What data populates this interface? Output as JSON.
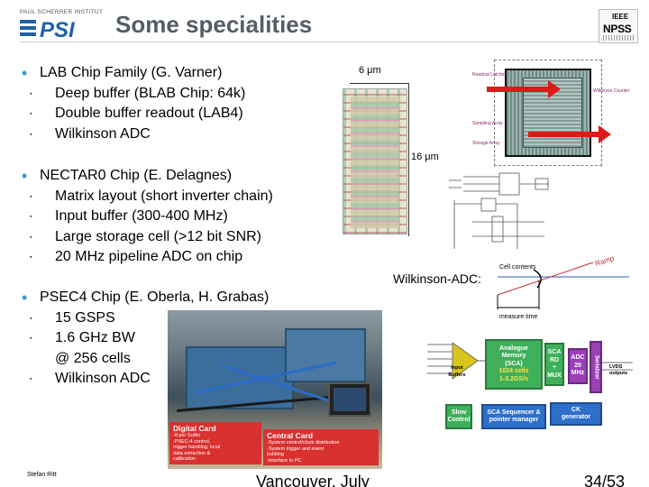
{
  "header": {
    "title": "Some specialities",
    "logo_left_text": "PAUL SCHERRER INSTITUT",
    "logo_left_mark": "PSI",
    "logo_right_line1": "IEEE",
    "logo_right_line2": "NPSS"
  },
  "bullets": [
    {
      "main": "LAB Chip Family (G. Varner)",
      "subs": [
        "Deep buffer (BLAB Chip: 64k)",
        "Double buffer readout (LAB4)",
        "Wilkinson ADC"
      ]
    },
    {
      "main": "NECTAR0 Chip (E. Delagnes)",
      "subs": [
        "Matrix layout (short inverter chain)",
        "Input buffer (300-400 MHz)",
        "Large storage cell (>12 bit SNR)",
        "20 MHz pipeline ADC on chip"
      ]
    },
    {
      "main": "PSEC4 Chip (E. Oberla, H. Grabas)",
      "subs": [
        "15 GSPS",
        "1.6 GHz BW",
        "@ 256 cells",
        "Wilkinson ADC"
      ]
    }
  ],
  "figures": {
    "dim_6um": "6 μm",
    "dim_16um": "16 μm",
    "wilkinson_label": "Wilkinson-ADC:",
    "cell_contents": "Cell contents",
    "ramp": "Ramp",
    "measure_time": "measure time",
    "chip_tags": [
      "Readout Latches",
      "Wilkinson Counter",
      "Sampling Array",
      "Storage Array"
    ],
    "digital_card": {
      "title": "Digital Card",
      "body": [
        "-8 per SuMo",
        "-PSEC-4 control,",
        "trigger handling, local",
        "data extraction &",
        "calibration"
      ]
    },
    "central_card": {
      "title": "Central Card",
      "body": [
        "-System control/clock distribution",
        "-System trigger and event",
        "building",
        "-Interface to PC"
      ]
    }
  },
  "block_diagram": {
    "input_label": "Input Buffers",
    "memory": [
      "Analogue",
      "Memory",
      "(SCA)",
      "1024 cells",
      "1-3.2GS/s"
    ],
    "sca_rd": [
      "SCA",
      "RD",
      "+",
      "MUX"
    ],
    "adc": [
      "ADC",
      "20",
      "MHz"
    ],
    "serializer": "Serializer",
    "lvds": [
      "LVDS",
      "outputs"
    ],
    "slow_control": [
      "Slow",
      "Control"
    ],
    "sequencer": [
      "SCA Sequencer &",
      "pointer manager"
    ],
    "ck_gen": [
      "CK",
      "generator"
    ]
  },
  "footer": {
    "author": "Stefan Ritt",
    "conference": "Vancouver, July",
    "page": "34/53"
  },
  "colors": {
    "title": "#555d66",
    "bullet_main": "#2e9bd6",
    "red_accent": "#e01818",
    "diagram_green": "#3fb05a",
    "diagram_blue": "#2e6fc9",
    "diagram_purple": "#9a3fb6",
    "diagram_yellow": "#d9c41a"
  }
}
